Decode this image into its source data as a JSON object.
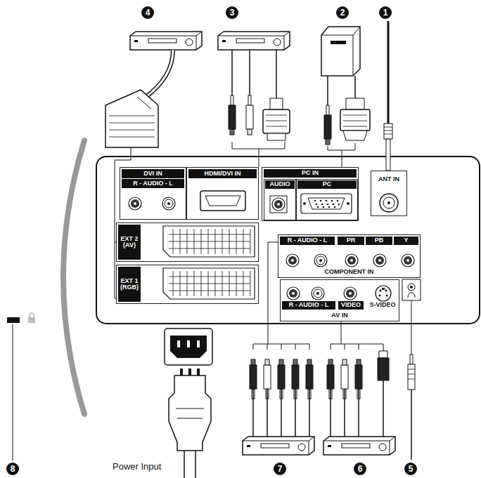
{
  "diagram": {
    "nodes": [
      {
        "text": [
          "DVI IN",
          "R - AUDIO - L"
        ]
      },
      {
        "text": [
          "HDMI/DVI IN"
        ]
      },
      {
        "text": [
          "PC IN"
        ]
      },
      {
        "text": [
          "AUDIO"
        ],
        "in": 2
      },
      {
        "text": [
          "PC"
        ],
        "in": 2
      },
      {
        "text": [
          "ANT IN"
        ]
      },
      {
        "text": [
          "EXT 2 (AV)"
        ]
      },
      {
        "text": [
          "EXT 1 (RGB)"
        ]
      },
      {
        "text": [
          "R - AUDIO - L",
          "PR",
          "PB",
          "Y",
          "COMPONENT IN"
        ]
      },
      {
        "text": [
          "R - AUDIO - L",
          "VIDEO",
          "S-VIDEO",
          "AV IN"
        ]
      }
    ],
    "labels": [
      "1",
      "2",
      "3",
      "4",
      "5",
      "6",
      "7",
      "8",
      "Power Input"
    ]
  }
}
